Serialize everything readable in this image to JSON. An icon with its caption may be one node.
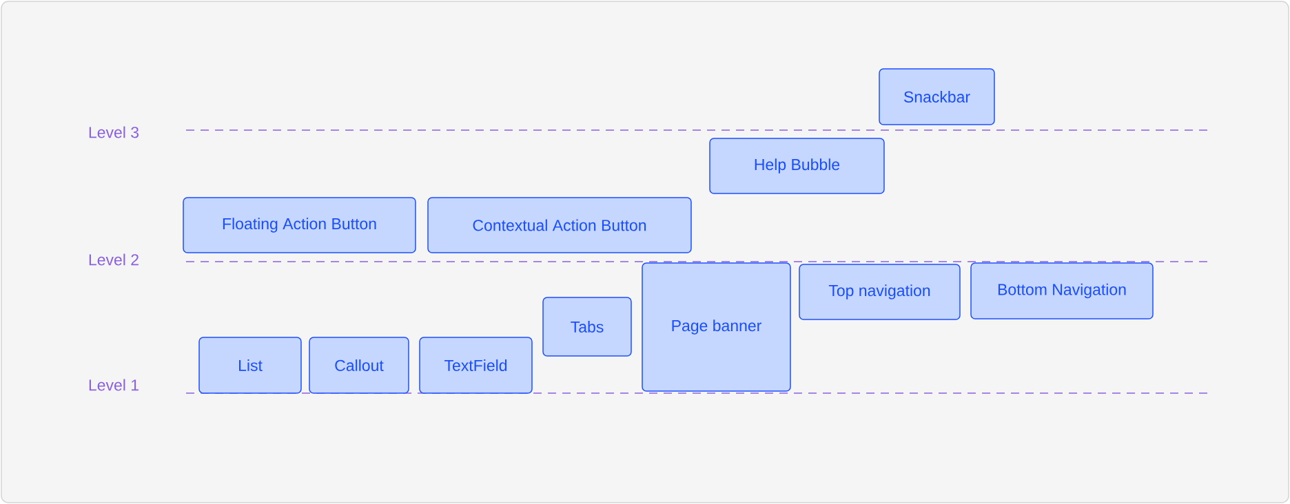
{
  "diagram": {
    "nodes": [
      {
        "text": [
          "Snackbar"
        ]
      },
      {
        "text": [
          "Help Bubble"
        ]
      },
      {
        "text": [
          "Floating Action Button"
        ]
      },
      {
        "text": [
          "Contextual Action Button"
        ]
      },
      {
        "text": [
          "Page banner"
        ]
      },
      {
        "text": [
          "Top navigation"
        ]
      },
      {
        "text": [
          "Bottom Navigation"
        ]
      },
      {
        "text": [
          "Tabs"
        ]
      },
      {
        "text": [
          "List"
        ]
      },
      {
        "text": [
          "Callout"
        ]
      },
      {
        "text": [
          "TextField"
        ]
      }
    ],
    "labels": [
      "Level 3",
      "Level 2",
      "Level 1"
    ]
  }
}
